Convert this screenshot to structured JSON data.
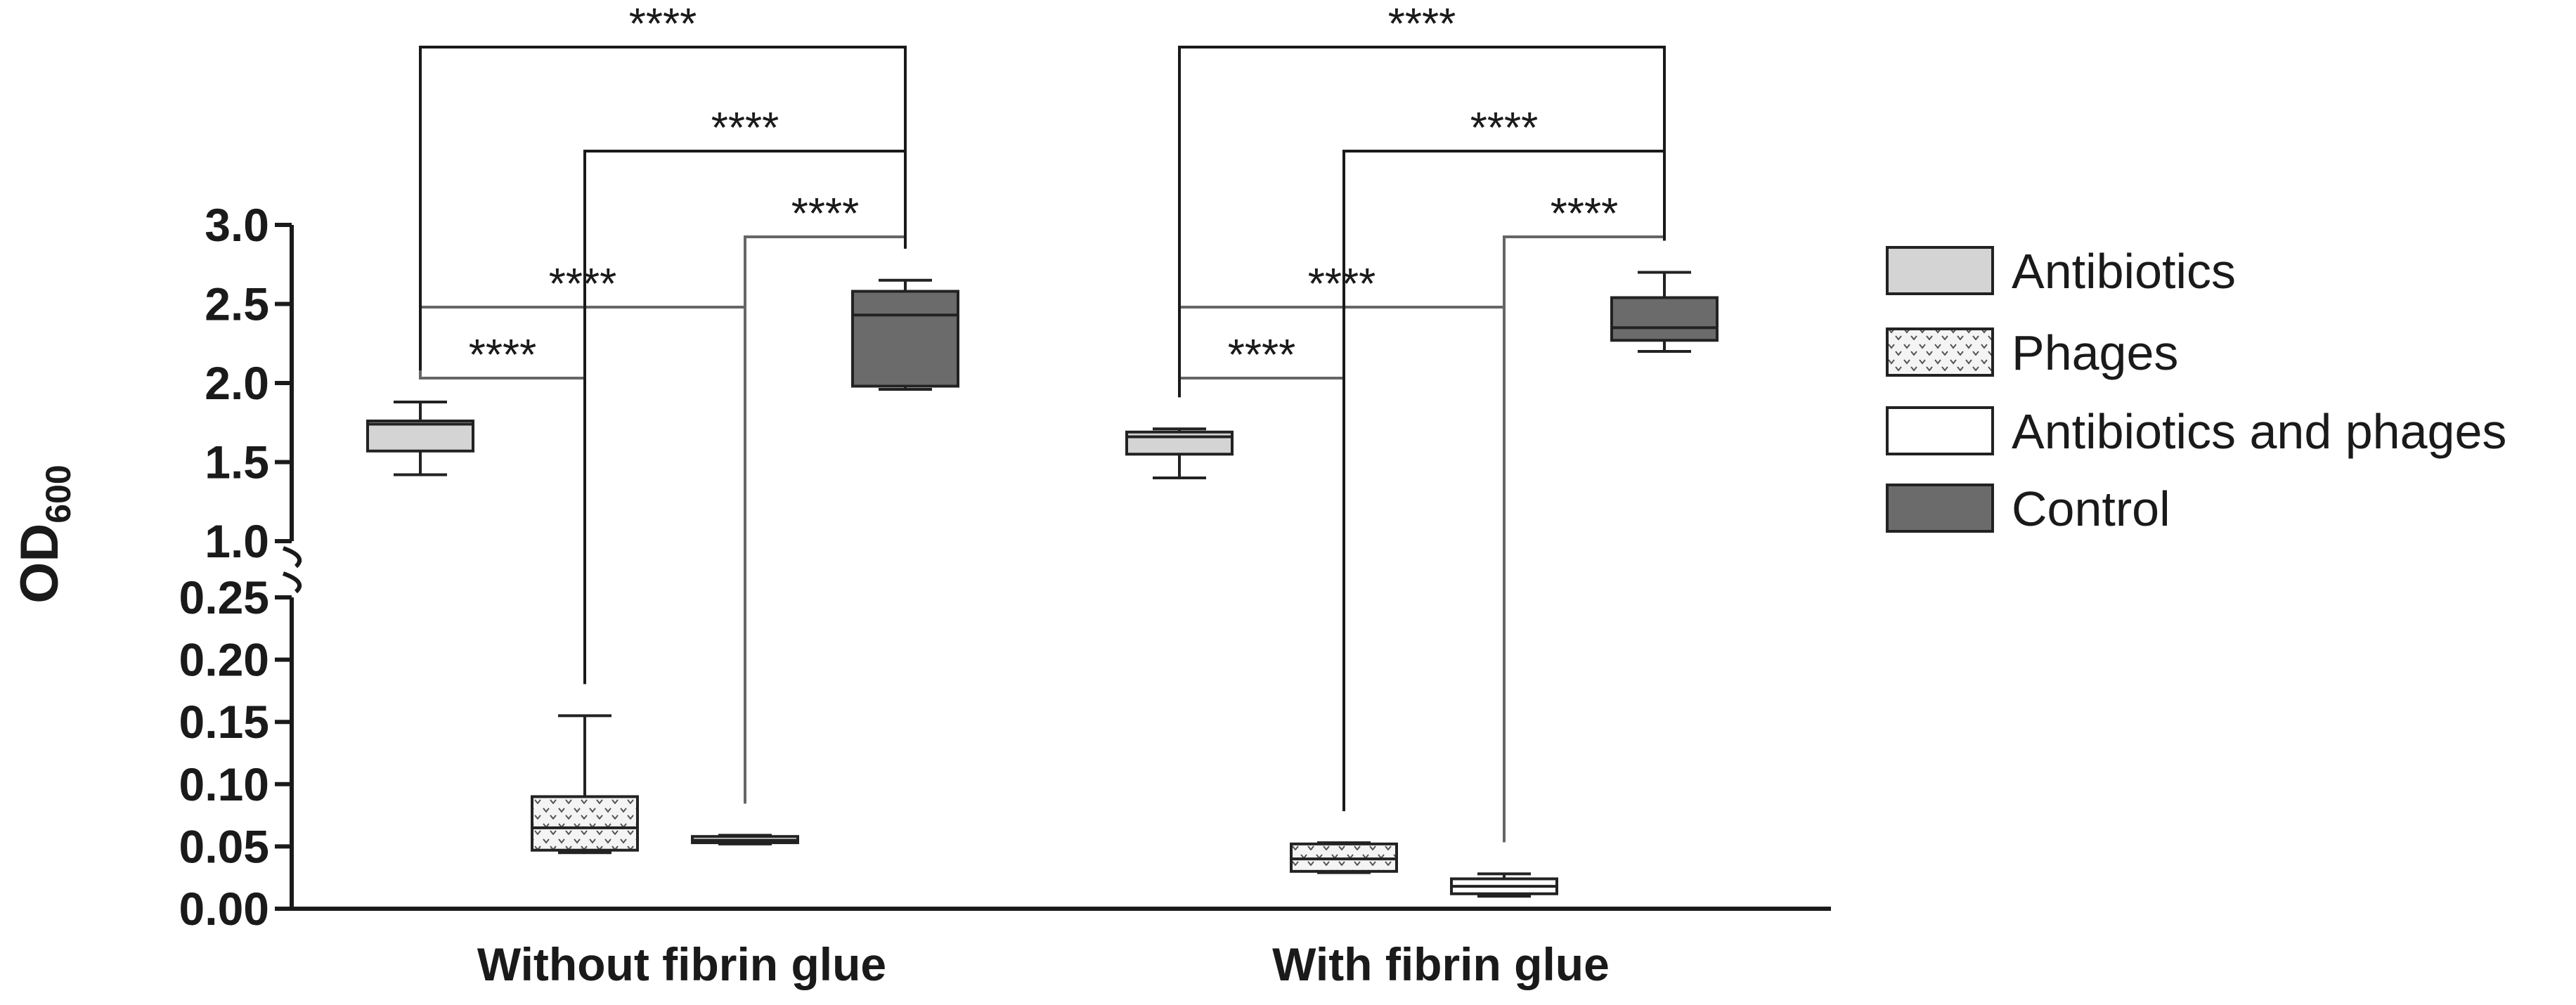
{
  "chart_data": {
    "type": "box",
    "ylabel": "OD",
    "ylabel_subscript": "600",
    "y_axis_segments": [
      {
        "range": [
          0.0,
          0.25
        ],
        "ticks": [
          "0.00",
          "0.05",
          "0.10",
          "0.15",
          "0.20",
          "0.25"
        ]
      },
      {
        "range": [
          1.0,
          3.0
        ],
        "ticks": [
          "1.0",
          "1.5",
          "2.0",
          "2.5",
          "3.0"
        ]
      }
    ],
    "groups": [
      "Without fibrin glue",
      "With fibrin glue"
    ],
    "legend_position": "right",
    "series": [
      {
        "name": "Antibiotics",
        "color": "#d4d4d4",
        "pattern": "solid",
        "boxes": [
          {
            "min": 1.42,
            "q1": 1.57,
            "median": 1.74,
            "q3": 1.76,
            "max": 1.88
          },
          {
            "min": 1.4,
            "q1": 1.55,
            "median": 1.66,
            "q3": 1.69,
            "max": 1.71
          }
        ]
      },
      {
        "name": "Phages",
        "color": "#f2f2f2",
        "pattern": "dotted",
        "boxes": [
          {
            "min": 0.045,
            "q1": 0.047,
            "median": 0.065,
            "q3": 0.09,
            "max": 0.155
          },
          {
            "min": 0.029,
            "q1": 0.03,
            "median": 0.04,
            "q3": 0.052,
            "max": 0.053
          }
        ]
      },
      {
        "name": "Antibiotics and phages",
        "color": "#ffffff",
        "pattern": "solid",
        "boxes": [
          {
            "min": 0.052,
            "q1": 0.053,
            "median": 0.055,
            "q3": 0.058,
            "max": 0.059
          },
          {
            "min": 0.01,
            "q1": 0.012,
            "median": 0.018,
            "q3": 0.024,
            "max": 0.028
          }
        ]
      },
      {
        "name": "Control",
        "color": "#6b6b6b",
        "pattern": "solid",
        "boxes": [
          {
            "min": 1.96,
            "q1": 1.98,
            "median": 2.43,
            "q3": 2.58,
            "max": 2.65
          },
          {
            "min": 2.2,
            "q1": 2.27,
            "median": 2.35,
            "q3": 2.54,
            "max": 2.7
          }
        ]
      }
    ],
    "significance": [
      {
        "group": 0,
        "from": 0,
        "to": 1,
        "label": "****"
      },
      {
        "group": 0,
        "from": 0,
        "to": 2,
        "label": "****"
      },
      {
        "group": 0,
        "from": 2,
        "to": 3,
        "label": "****"
      },
      {
        "group": 0,
        "from": 1,
        "to": 3,
        "label": "****"
      },
      {
        "group": 0,
        "from": 0,
        "to": 3,
        "label": "****"
      },
      {
        "group": 1,
        "from": 0,
        "to": 1,
        "label": "****"
      },
      {
        "group": 1,
        "from": 0,
        "to": 2,
        "label": "****"
      },
      {
        "group": 1,
        "from": 2,
        "to": 3,
        "label": "****"
      },
      {
        "group": 1,
        "from": 1,
        "to": 3,
        "label": "****"
      },
      {
        "group": 1,
        "from": 0,
        "to": 3,
        "label": "****"
      }
    ]
  }
}
